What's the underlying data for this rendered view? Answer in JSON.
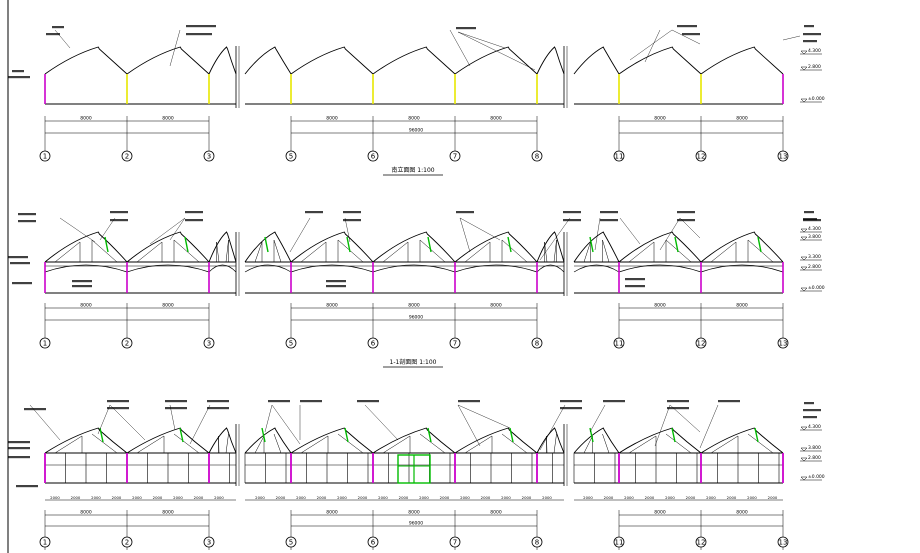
{
  "drawing": {
    "sections": [
      {
        "title": "南立面图 1:100",
        "level_labels": [
          "±0.000",
          "2.800",
          "4.300"
        ],
        "spans": [
          "8000",
          "8000",
          "8000",
          "8000",
          "8000",
          "8000",
          "8000",
          "8000"
        ],
        "overall_dimension": "96000"
      },
      {
        "title": "1-1剖面图 1:100",
        "level_labels": [
          "±0.000",
          "2.800",
          "3.300",
          "3.800",
          "4.300"
        ],
        "spans": [
          "8000",
          "8000",
          "8000",
          "8000",
          "8000",
          "8000",
          "8000",
          "8000"
        ],
        "overall_dimension": "96000"
      },
      {
        "title": "北立面图",
        "level_labels": [
          "±0.000",
          "2.800",
          "3.800",
          "4.300"
        ],
        "spans": [
          "8000",
          "8000",
          "8000",
          "8000",
          "8000",
          "8000",
          "8000",
          "8000"
        ],
        "sub_spans": [
          "2000",
          "2000",
          "2000",
          "2000"
        ],
        "overall_dimension": "96000"
      }
    ],
    "axis_labels": [
      "1",
      "2",
      "3",
      "5",
      "6",
      "7",
      "8",
      "11",
      "12",
      "13"
    ],
    "colors": {
      "line": "#000000",
      "column_end": "#cc00cc",
      "column_mid_elevation": "#e8e800",
      "column_section": "#cc00cc",
      "vent": "#00bb00",
      "door": "#00bb00"
    }
  }
}
